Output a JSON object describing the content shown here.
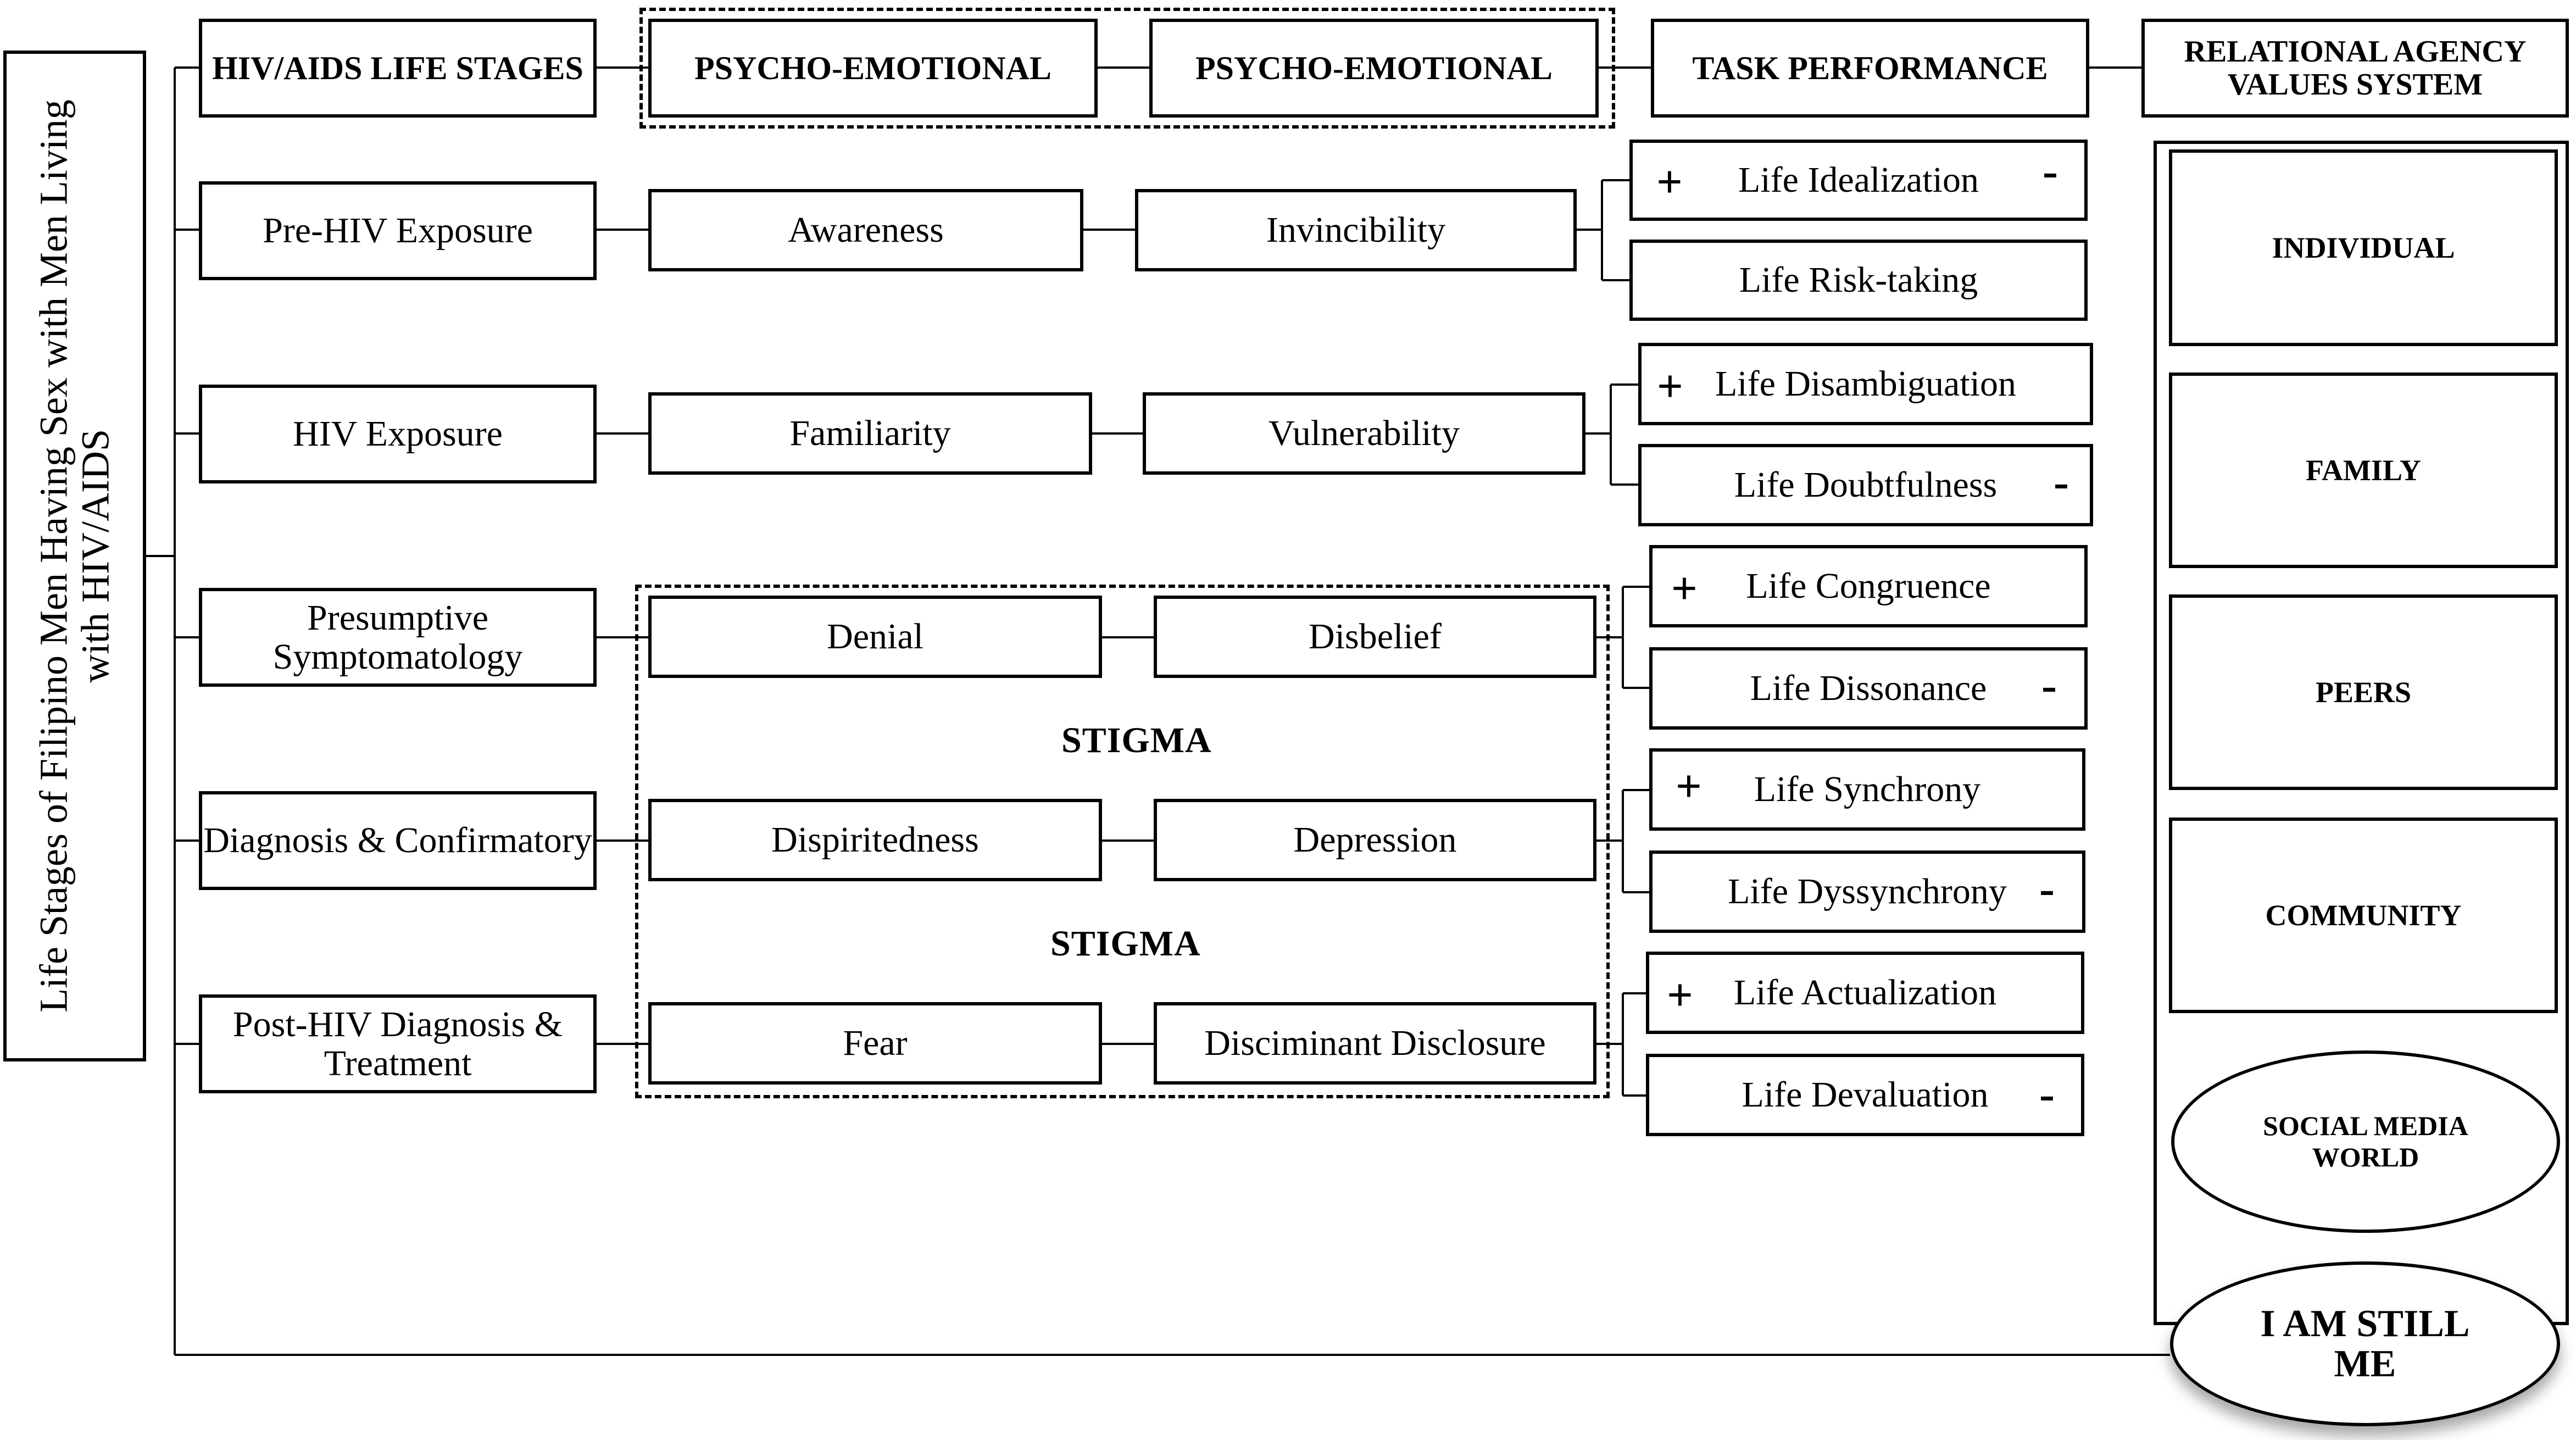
{
  "title": "Life Stages of Filipino Men Having Sex with Men Living with HIV/AIDS",
  "headers": {
    "stages": "HIV/AIDS LIFE STAGES",
    "psycho1": "PSYCHO-EMOTIONAL",
    "psycho2": "PSYCHO-EMOTIONAL",
    "task": "TASK PERFORMANCE",
    "relational": "RELATIONAL AGENCY VALUES SYSTEM"
  },
  "rows": [
    {
      "stage": "Pre-HIV Exposure",
      "psycho1": "Awareness",
      "psycho2": "Invincibility",
      "positive": "Life Idealization",
      "negative": "Life Risk-taking"
    },
    {
      "stage": "HIV Exposure",
      "psycho1": "Familiarity",
      "psycho2": "Vulnerability",
      "positive": "Life Disambiguation",
      "negative": "Life Doubtfulness"
    },
    {
      "stage": "Presumptive Symptomatology",
      "psycho1": "Denial",
      "psycho2": "Disbelief",
      "positive": "Life Congruence",
      "negative": "Life Dissonance"
    },
    {
      "stage": "Diagnosis & Confirmatory",
      "psycho1": "Dispiritedness",
      "psycho2": "Depression",
      "positive": "Life Synchrony",
      "negative": "Life Dyssynchrony"
    },
    {
      "stage": "Post-HIV Diagnosis & Treatment",
      "psycho1": "Fear",
      "psycho2": "Disciminant Disclosure",
      "positive": "Life Actualization",
      "negative": "Life Devaluation"
    }
  ],
  "stigma_labels": [
    "STIGMA",
    "STIGMA"
  ],
  "signs": {
    "plus": "+",
    "minus": "-"
  },
  "relational_agency": [
    "INDIVIDUAL",
    "FAMILY",
    "PEERS",
    "COMMUNITY"
  ],
  "social_media": "SOCIAL MEDIA WORLD",
  "outcome": "I AM STILL ME"
}
